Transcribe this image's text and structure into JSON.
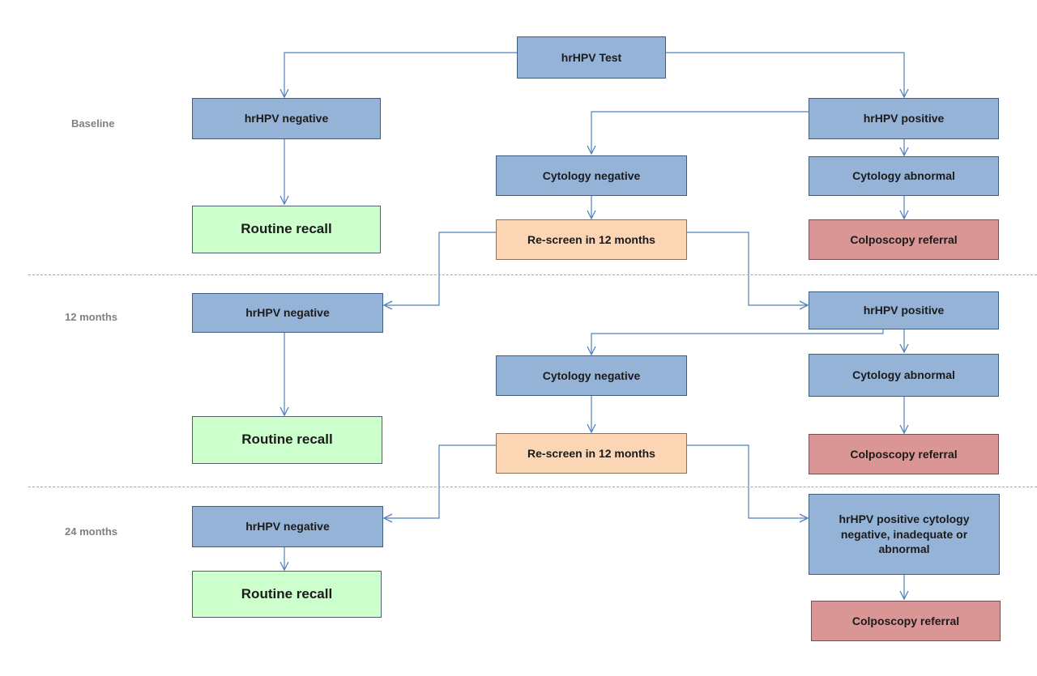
{
  "phases": {
    "baseline": "Baseline",
    "m12": "12 months",
    "m24": "24 months"
  },
  "top": {
    "test": "hrHPV Test"
  },
  "baseline": {
    "neg": "hrHPV negative",
    "recall": "Routine recall",
    "pos": "hrHPV positive",
    "cyto_neg": "Cytology negative",
    "cyto_abn": "Cytology abnormal",
    "rescreen": "Re-screen in 12 months",
    "colpo": "Colposcopy referral"
  },
  "m12": {
    "neg": "hrHPV negative",
    "recall": "Routine recall",
    "pos": "hrHPV positive",
    "cyto_neg": "Cytology negative",
    "cyto_abn": "Cytology abnormal",
    "rescreen": "Re-screen in 12 months",
    "colpo": "Colposcopy referral"
  },
  "m24": {
    "neg": "hrHPV negative",
    "recall": "Routine recall",
    "pos_any": "hrHPV positive cytology negative, inadequate or abnormal",
    "colpo": "Colposcopy referral"
  },
  "colors": {
    "hpv_box": "#95b3d7",
    "recall_box": "#ccffcc",
    "rescreen_box": "#fcd5b4",
    "referral_box": "#da9694",
    "connector": "#4f81bd"
  }
}
